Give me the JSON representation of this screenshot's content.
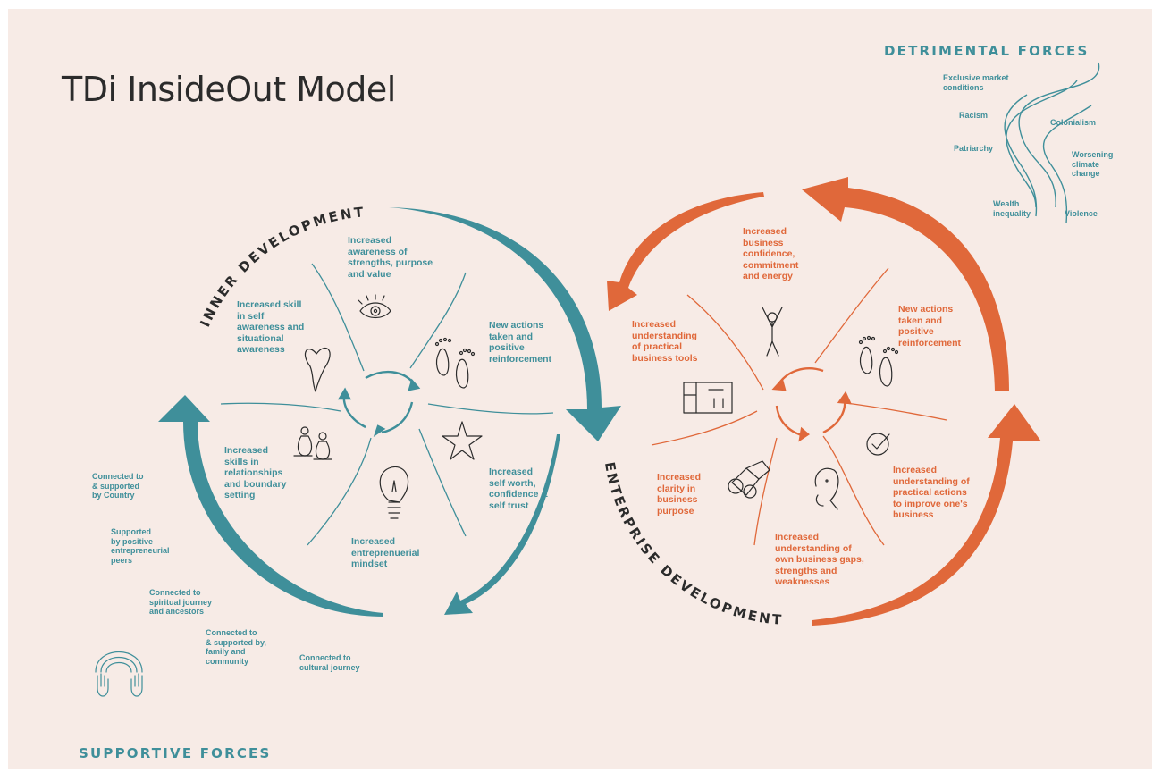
{
  "title": "TDi InsideOut Model",
  "colors": {
    "teal": "#3f8f9a",
    "orange": "#e0683a",
    "background": "#f7ebe6",
    "ink": "#2b2b2b"
  },
  "inner": {
    "label": "INNER DEVELOPMENT",
    "items": [
      {
        "text": "Increased\nawareness of\nstrengths, purpose\nand value",
        "icon": "eye-icon"
      },
      {
        "text": "Increased skill\nin self\nawareness and\nsituational\nawareness",
        "icon": "heart-icon"
      },
      {
        "text": "New actions\ntaken and\npositive\nreinforcement",
        "icon": "footprints-icon"
      },
      {
        "text": "Increased\nskills in\nrelationships\nand boundary\nsetting",
        "icon": "people-icon"
      },
      {
        "text": "Increased\nself worth,\nconfidence &\nself trust",
        "icon": "star-icon"
      },
      {
        "text": "Increased\nentreprenuerial\nmindset",
        "icon": "lightbulb-icon"
      }
    ]
  },
  "enterprise": {
    "label": "ENTERPRISE DEVELOPMENT",
    "items": [
      {
        "text": "Increased\nbusiness\nconfidence,\ncommitment\nand energy",
        "icon": "person-arms-up-icon"
      },
      {
        "text": "Increased\nunderstanding\nof practical\nbusiness tools",
        "icon": "tools-board-icon"
      },
      {
        "text": "New actions\ntaken and\npositive\nreinforcement",
        "icon": "footprints-icon"
      },
      {
        "text": "Increased\nclarity in\nbusiness\npurpose",
        "icon": "binoculars-icon"
      },
      {
        "text": "Increased\nunderstanding of\npractical actions\nto improve one's\nbusiness",
        "icon": "checkmark-circle-icon"
      },
      {
        "text": "Increased\nunderstanding of\nown business gaps,\nstrengths and\nweaknesses",
        "icon": "thinking-face-icon"
      }
    ]
  },
  "detrimental": {
    "heading": "DETRIMENTAL FORCES",
    "items": [
      "Exclusive market\nconditions",
      "Racism",
      "Colonialism",
      "Patriarchy",
      "Worsening\nclimate\nchange",
      "Wealth\ninequality",
      "Violence"
    ]
  },
  "supportive": {
    "heading": "SUPPORTIVE FORCES",
    "items": [
      "Connected to\n& supported\nby Country",
      "Supported\nby positive\nentrepreneurial\npeers",
      "Connected to\nspiritual journey\nand ancestors",
      "Connected to\n& supported by,\nfamily and\ncommunity",
      "Connected to\ncultural journey"
    ]
  }
}
